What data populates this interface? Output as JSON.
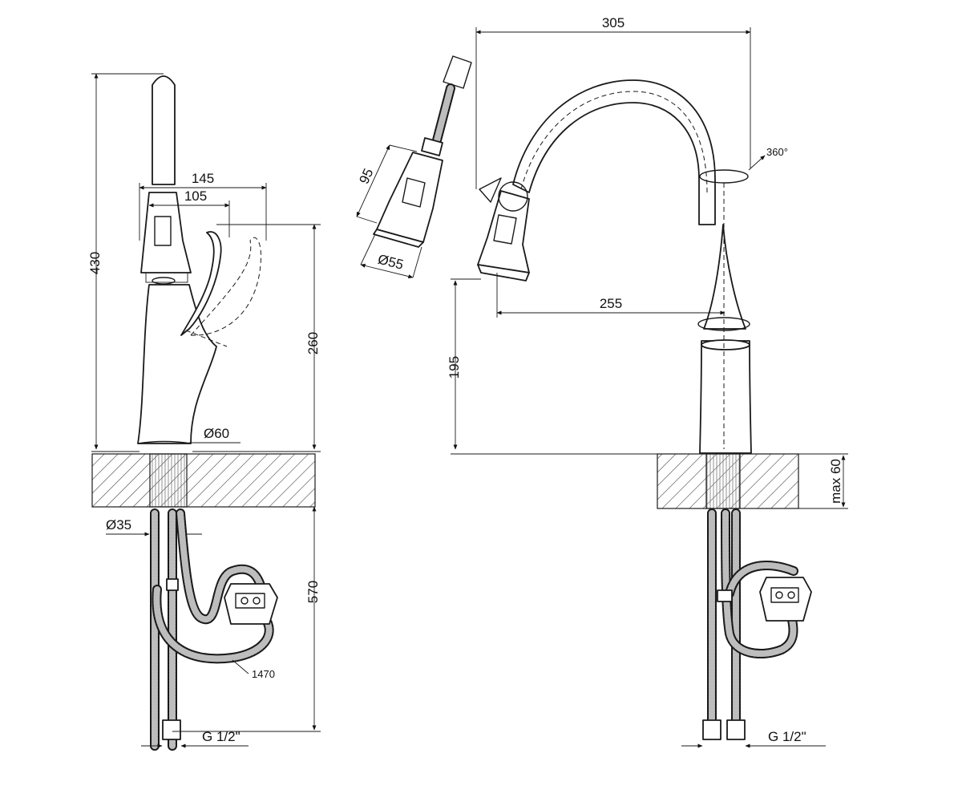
{
  "dimensions": {
    "height_total": "430",
    "width_145": "145",
    "width_105": "105",
    "height_260": "260",
    "dia_60": "Ø60",
    "dia_35": "Ø35",
    "hose_length": "1470",
    "hose_570": "570",
    "thread_left": "G 1/2\"",
    "head_95": "95",
    "head_dia_55": "Ø55",
    "reach_305": "305",
    "rotation": "360°",
    "reach_255": "255",
    "height_195": "195",
    "deck_max": "max 60",
    "thread_right": "G 1/2\""
  }
}
